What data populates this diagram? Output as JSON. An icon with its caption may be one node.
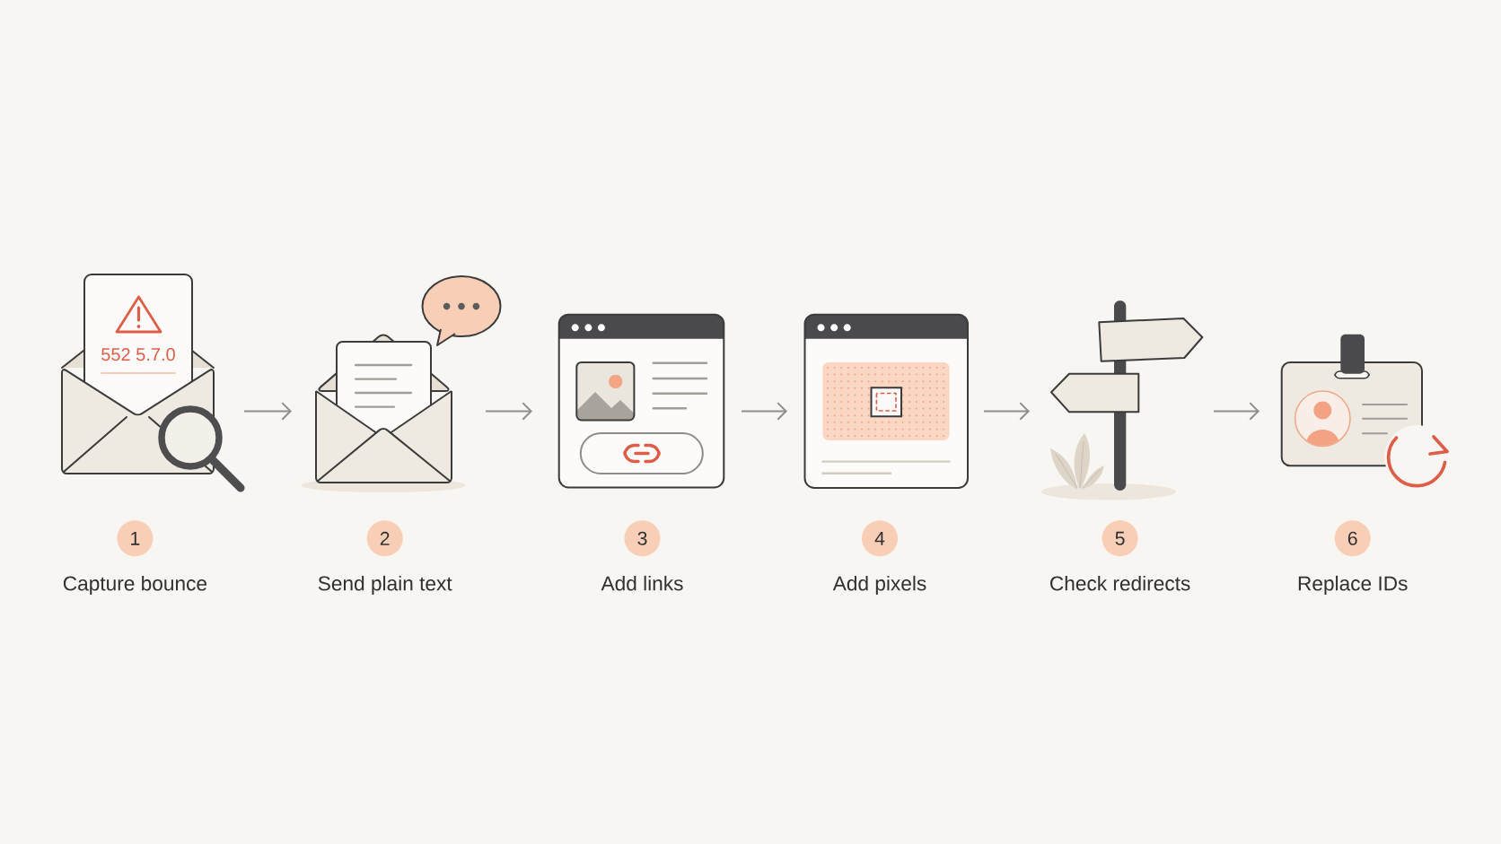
{
  "diagram": {
    "nodes": [
      {
        "text": [],
        "shape": "picture"
      },
      {
        "text": [],
        "shape": "picture"
      },
      {
        "text": [],
        "shape": "picture"
      },
      {
        "text": [],
        "shape": "picture"
      },
      {
        "text": [],
        "shape": "picture"
      },
      {
        "text": [],
        "shape": "picture"
      },
      {
        "text": [
          "1"
        ],
        "beside": [
          "Capture bounce"
        ]
      },
      {
        "text": [
          "2"
        ],
        "beside": [
          "Send plain text"
        ]
      },
      {
        "text": [
          "3"
        ],
        "beside": [
          "Add links"
        ]
      },
      {
        "text": [
          "4"
        ],
        "beside": [
          "Add pixels"
        ]
      },
      {
        "text": [
          "5"
        ],
        "beside": [
          "Check redirects"
        ]
      },
      {
        "text": [
          "6"
        ],
        "beside": [
          "Replace IDs"
        ]
      }
    ],
    "edges": [
      {
        "from": 0,
        "to": 1,
        "arrow": "to"
      },
      {
        "from": 1,
        "to": 2,
        "arrow": "to"
      },
      {
        "from": 2,
        "to": 3,
        "arrow": "to"
      },
      {
        "from": 3,
        "to": 4,
        "arrow": "to"
      },
      {
        "from": 4,
        "to": 5,
        "arrow": "to"
      }
    ],
    "labels": [
      "552 5.7.0"
    ]
  }
}
